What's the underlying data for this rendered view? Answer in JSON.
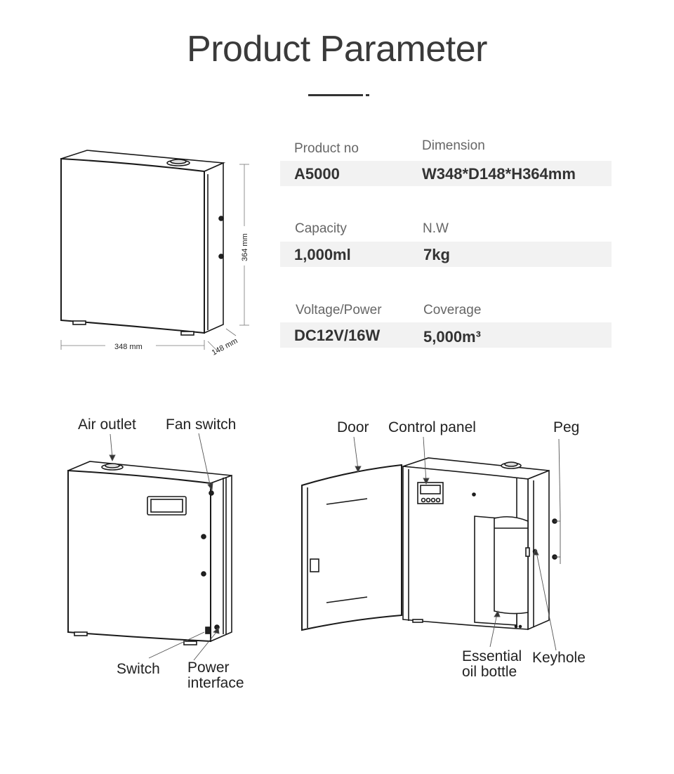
{
  "page": {
    "title": "Product Parameter"
  },
  "specs": [
    {
      "label": "Product no",
      "value": "A5000"
    },
    {
      "label": "Dimension",
      "value": "W348*D148*H364mm"
    },
    {
      "label": "Capacity",
      "value": "1,000ml"
    },
    {
      "label": "N.W",
      "value": "7kg"
    },
    {
      "label": "Voltage/Power",
      "value": "DC12V/16W"
    },
    {
      "label": "Coverage",
      "value": "5,000m³"
    }
  ],
  "dimensions": {
    "width": "348 mm",
    "height": "364 mm",
    "depth": "148 mm"
  },
  "callouts_left": {
    "air_outlet": "Air outlet",
    "fan_switch": "Fan switch",
    "switch": "Switch",
    "power_interface_1": "Power",
    "power_interface_2": "interface"
  },
  "callouts_right": {
    "door": "Door",
    "control_panel": "Control panel",
    "peg": "Peg",
    "essential_oil_1": "Essential",
    "essential_oil_2": "oil bottle",
    "keyhole": "Keyhole"
  }
}
